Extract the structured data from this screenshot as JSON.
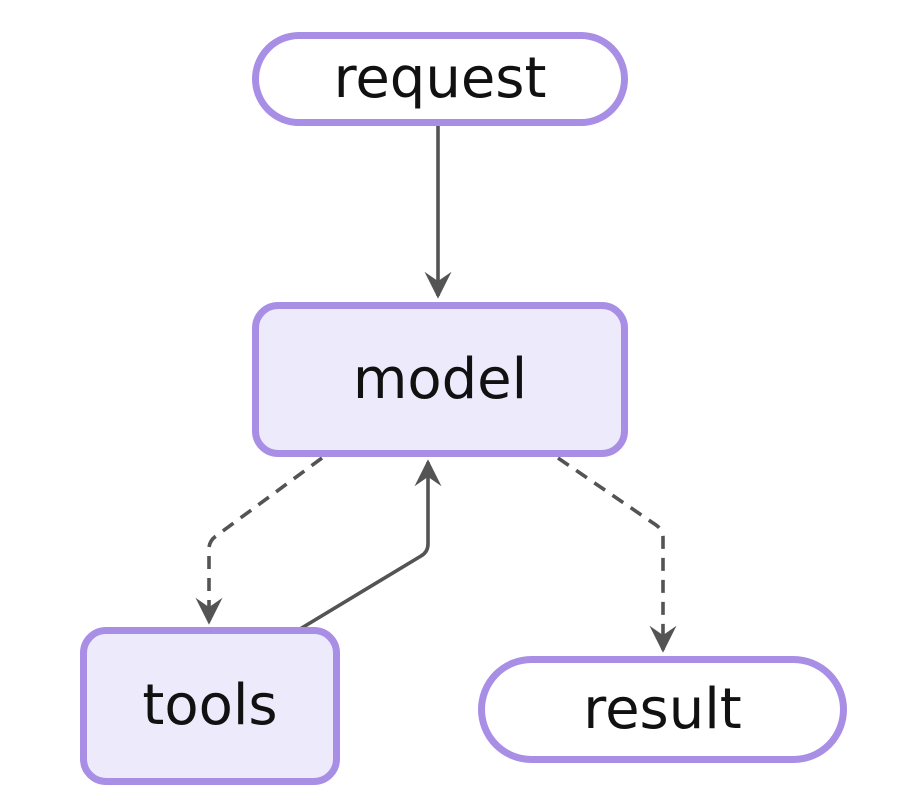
{
  "diagram": {
    "type": "flowchart",
    "direction": "top-down",
    "nodes": [
      {
        "id": "request",
        "label": "request",
        "shape": "stadium",
        "fill": "#ffffff"
      },
      {
        "id": "model",
        "label": "model",
        "shape": "rounded-rectangle",
        "fill": "#edeafb"
      },
      {
        "id": "tools",
        "label": "tools",
        "shape": "rounded-rectangle",
        "fill": "#edeafb"
      },
      {
        "id": "result",
        "label": "result",
        "shape": "stadium",
        "fill": "#ffffff"
      }
    ],
    "edges": [
      {
        "from": "request",
        "to": "model",
        "style": "solid",
        "arrow": "to"
      },
      {
        "from": "model",
        "to": "tools",
        "style": "dashed",
        "arrow": "to"
      },
      {
        "from": "tools",
        "to": "model",
        "style": "solid",
        "arrow": "to"
      },
      {
        "from": "model",
        "to": "result",
        "style": "dashed",
        "arrow": "to"
      }
    ],
    "colors": {
      "background": "#ffffff",
      "node_border": "#a98ee6",
      "node_fill_highlight": "#edeafb",
      "node_fill_plain": "#ffffff",
      "edge": "#545454",
      "text": "#111111"
    }
  }
}
